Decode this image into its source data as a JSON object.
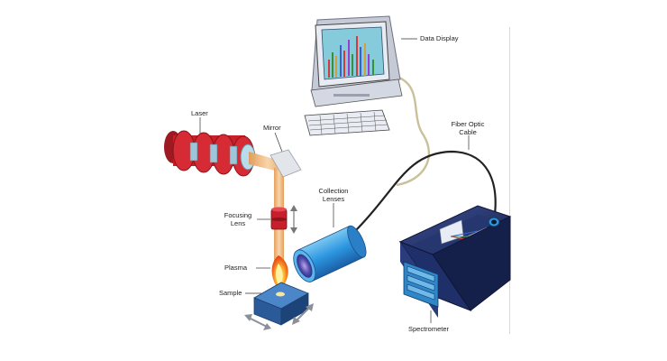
{
  "labels": {
    "data_display": "Data Display",
    "fiber_optic_1": "Fiber Optic",
    "fiber_optic_2": "Cable",
    "laser": "Laser",
    "mirror": "Mirror",
    "collection_1": "Collection",
    "collection_2": "Lenses",
    "focusing_1": "Focusing",
    "focusing_2": "Lens",
    "plasma": "Plasma",
    "sample": "Sample",
    "spectrometer": "Spectrometer"
  },
  "colors": {
    "laser_red": "#c8202a",
    "beam": "#f0b87a",
    "monitor_body": "#dcdfe8",
    "screen": "#7fc6d8",
    "lens_blue": "#3aa6e6",
    "spectrometer_body": "#1f2f6a",
    "panel_blue": "#2f86c8",
    "sample_block": "#3b6fb0"
  },
  "icons": {
    "display": "monitor-icon",
    "spectrometer": "spectrometer-box-icon"
  }
}
